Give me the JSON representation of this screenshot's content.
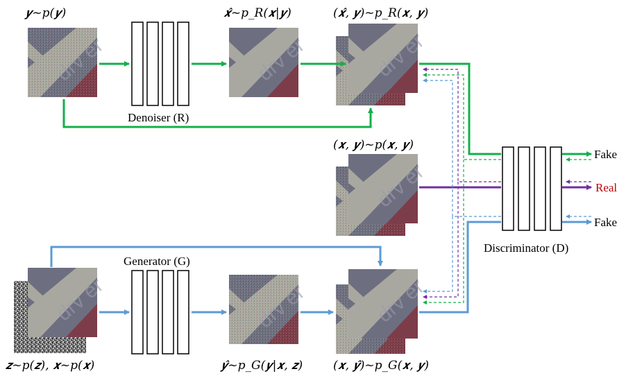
{
  "labels": {
    "noisy_input": "𝒚~p(𝒚)",
    "denoised_output": "𝒙̂~p_R(𝒙|𝒚)",
    "denoised_pair": "(𝒙̂, 𝒚)~p_R(𝒙, 𝒚)",
    "real_pair": "(𝒙, 𝒚)~p(𝒙, 𝒚)",
    "generator_inputs": "𝒛~p(𝒛), 𝒙~p(𝒙)",
    "generated_output": "𝒚̂~p_G(𝒚|𝒙, 𝒛)",
    "generated_pair": "(𝒙, 𝒚̂)~p_G(𝒙, 𝒚)"
  },
  "modules": {
    "denoiser": "Denoiser (R)",
    "generator": "Generator (G)",
    "discriminator": "Discriminator (D)"
  },
  "outputs": {
    "fake_top": "Fake",
    "real": "Real",
    "fake_bottom": "Fake"
  },
  "colors": {
    "denoiser_path": "#13b04a",
    "generator_path": "#5b9bd5",
    "real_path": "#7030a0",
    "real_text": "#c00000",
    "patch_bg": "#6d6f80",
    "patch_stripe": "#a9a8a0",
    "patch_red": "#7d3c49"
  }
}
